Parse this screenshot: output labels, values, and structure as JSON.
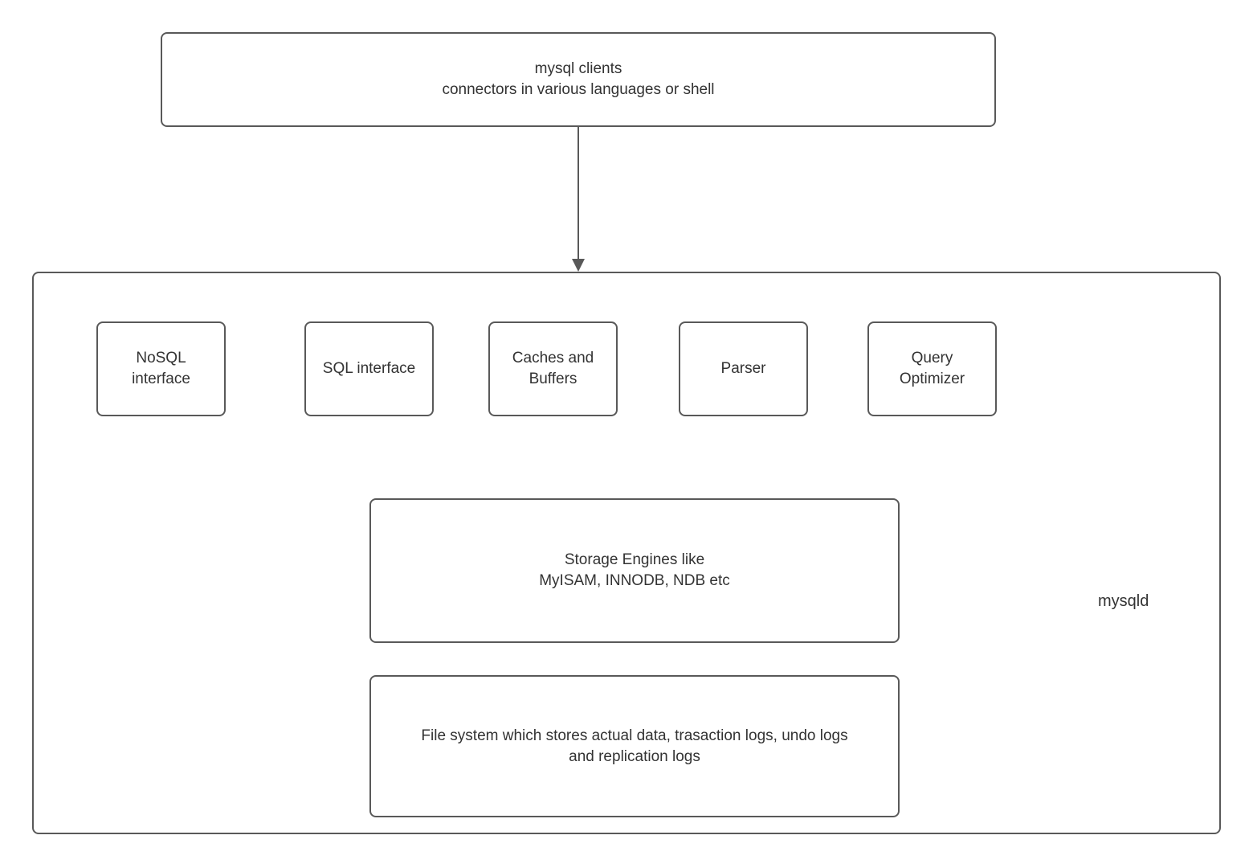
{
  "colors": {
    "border": "#595959",
    "text": "#333333",
    "background": "#ffffff"
  },
  "clients_box": {
    "label": "mysql clients\nconnectors in various languages or shell"
  },
  "mysqld": {
    "label": "mysqld",
    "components": [
      {
        "label": "NoSQL\ninterface"
      },
      {
        "label": "SQL interface"
      },
      {
        "label": "Caches and\nBuffers"
      },
      {
        "label": "Parser"
      },
      {
        "label": "Query\nOptimizer"
      }
    ],
    "storage_box": {
      "label": "Storage Engines like\nMyISAM, INNODB, NDB etc"
    },
    "filesystem_box": {
      "label": "File system which stores actual data, trasaction logs, undo logs\nand replication logs"
    }
  }
}
